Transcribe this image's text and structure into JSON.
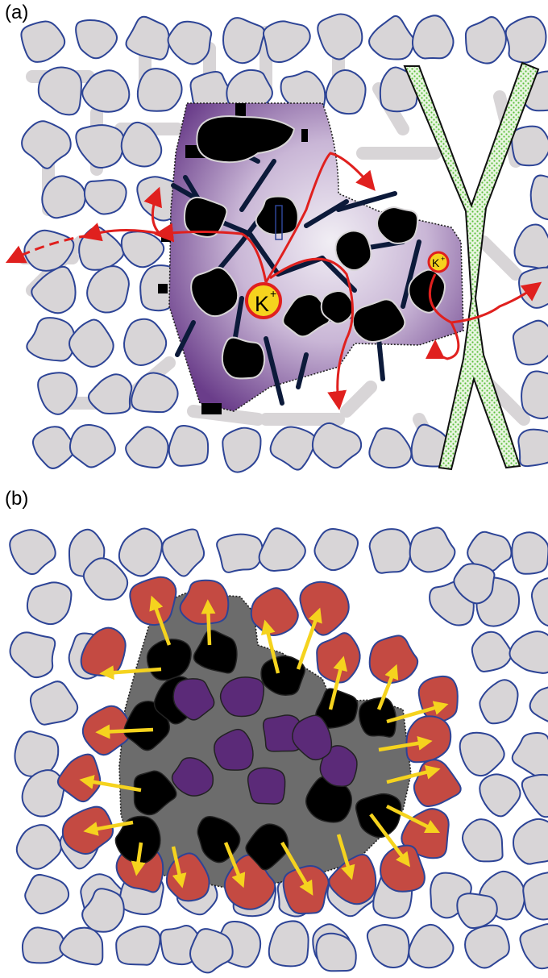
{
  "panels": {
    "a": {
      "label": "(a)",
      "ion_large": "K",
      "ion_small": "K",
      "ion_sup": "+"
    },
    "b": {
      "label": "(b)"
    }
  },
  "colors": {
    "cell_fill": "#d8d5d7",
    "cell_stroke": "#2d4496",
    "dark_cell": "#000000",
    "purple_cell": "#5b2a78",
    "red_cell": "#c44a42",
    "arrow_red": "#e0201e",
    "arrow_yellow": "#f5d31e",
    "vessel_green": "#5cbf3c",
    "gray_region": "#6c6c6c"
  }
}
